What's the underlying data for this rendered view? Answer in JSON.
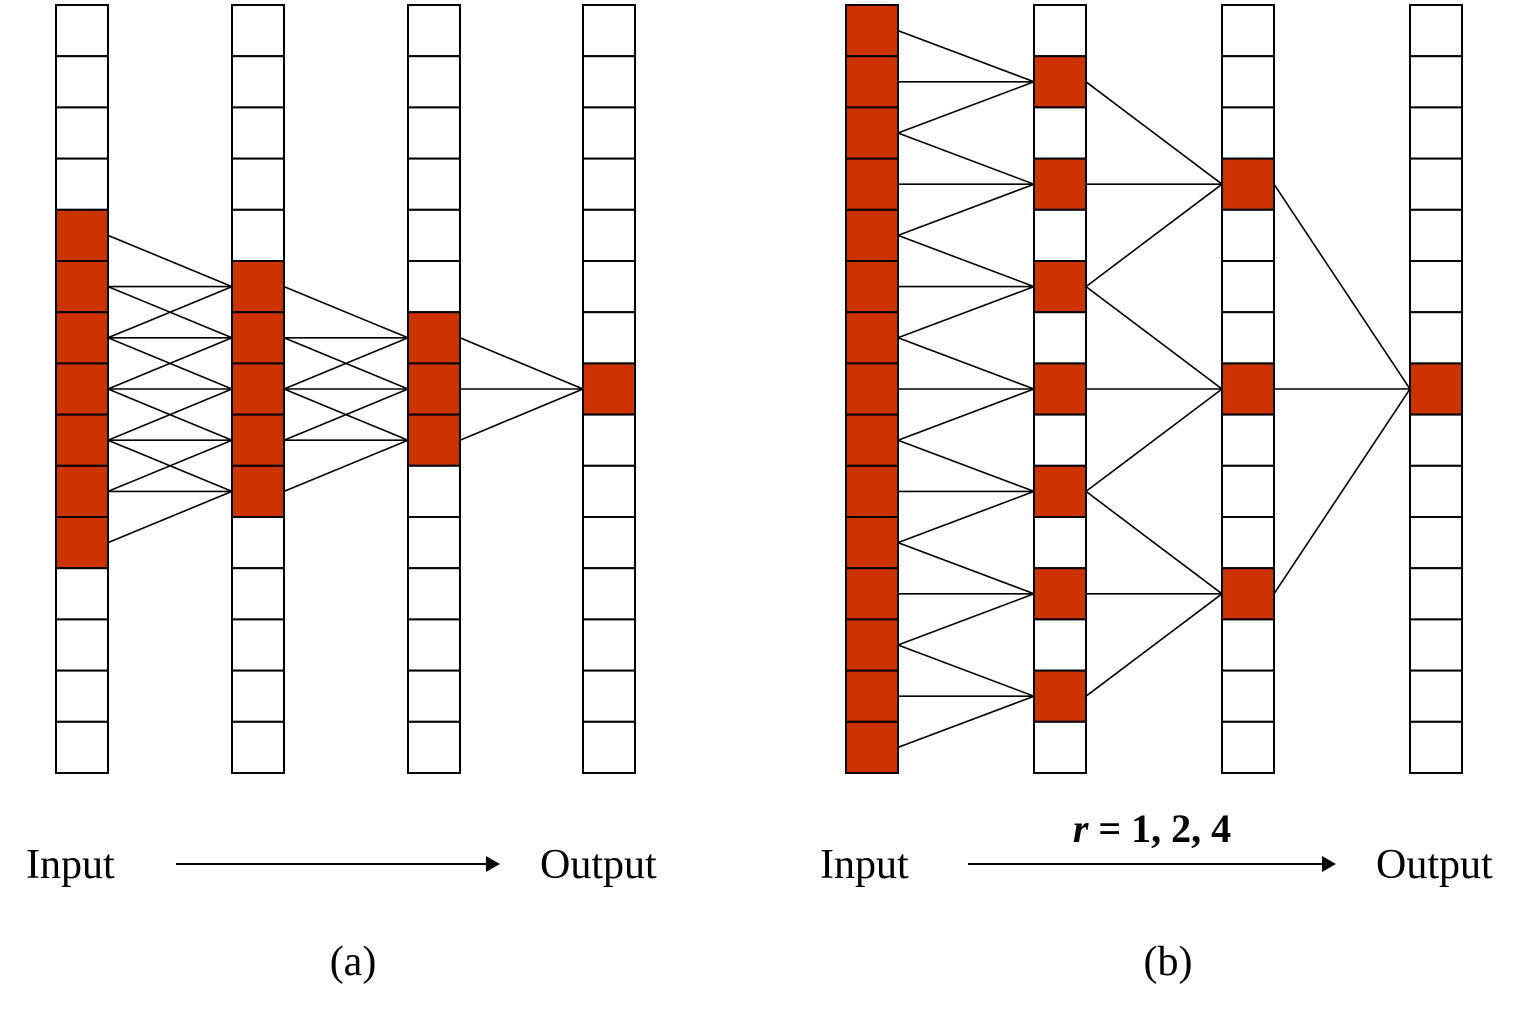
{
  "colors": {
    "active_cell": "#CC3300",
    "cell_stroke": "#000000",
    "background": "#FFFFFF",
    "line": "#000000"
  },
  "diagram_a": {
    "caption": "(a)",
    "input_label": "Input",
    "output_label": "Output",
    "arrow_label": "",
    "layers": [
      {
        "cells": 15,
        "active": [
          4,
          5,
          6,
          7,
          8,
          9,
          10
        ]
      },
      {
        "cells": 15,
        "active": [
          5,
          6,
          7,
          8,
          9
        ]
      },
      {
        "cells": 15,
        "active": [
          6,
          7,
          8
        ]
      },
      {
        "cells": 15,
        "active": [
          7
        ]
      }
    ],
    "connections": [
      {
        "from_layer": 0,
        "offsets": [
          -1,
          0,
          1
        ],
        "targets": [
          5,
          6,
          7,
          8,
          9
        ]
      },
      {
        "from_layer": 1,
        "offsets": [
          -1,
          0,
          1
        ],
        "targets": [
          6,
          7,
          8
        ]
      },
      {
        "from_layer": 2,
        "offsets": [
          -1,
          0,
          1
        ],
        "targets": [
          7
        ]
      }
    ]
  },
  "diagram_b": {
    "caption": "(b)",
    "input_label": "Input",
    "output_label": "Output",
    "arrow_label": "r = 1, 2, 4",
    "arrow_label_var": "r",
    "arrow_label_rest": " = 1, 2, 4",
    "dilations": [
      1,
      2,
      4
    ],
    "layers": [
      {
        "cells": 15,
        "active": [
          0,
          1,
          2,
          3,
          4,
          5,
          6,
          7,
          8,
          9,
          10,
          11,
          12,
          13,
          14
        ]
      },
      {
        "cells": 15,
        "active": [
          1,
          3,
          5,
          7,
          9,
          11,
          13
        ]
      },
      {
        "cells": 15,
        "active": [
          3,
          7,
          11
        ]
      },
      {
        "cells": 15,
        "active": [
          7
        ]
      }
    ],
    "connections": [
      {
        "from_layer": 0,
        "offsets": [
          -1,
          0,
          1
        ],
        "targets": [
          1,
          3,
          5,
          7,
          9,
          11,
          13
        ]
      },
      {
        "from_layer": 1,
        "offsets": [
          -2,
          0,
          2
        ],
        "targets": [
          3,
          7,
          11
        ]
      },
      {
        "from_layer": 2,
        "offsets": [
          -4,
          0,
          4
        ],
        "targets": [
          7
        ]
      }
    ]
  }
}
